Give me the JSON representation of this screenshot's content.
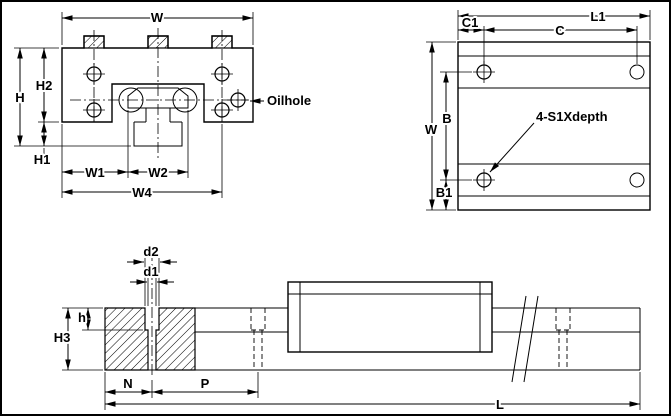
{
  "drawing": {
    "colors": {
      "line": "#000000",
      "background": "#ffffff"
    },
    "front_view": {
      "dims": {
        "w": "W",
        "h": "H",
        "h2": "H2",
        "h1": "H1",
        "w1": "W1",
        "w2": "W2",
        "w4": "W4"
      },
      "oilhole_label": "Oilhole"
    },
    "top_view": {
      "dims": {
        "l1": "L1",
        "c1": "C1",
        "c": "C",
        "w": "W",
        "b": "B",
        "b1": "B1"
      },
      "hole_callout": "4-S1Xdepth"
    },
    "side_view": {
      "dims": {
        "d2": "d2",
        "d1": "d1",
        "h": "h",
        "h3": "H3",
        "n": "N",
        "p": "P",
        "l": "L"
      }
    }
  }
}
